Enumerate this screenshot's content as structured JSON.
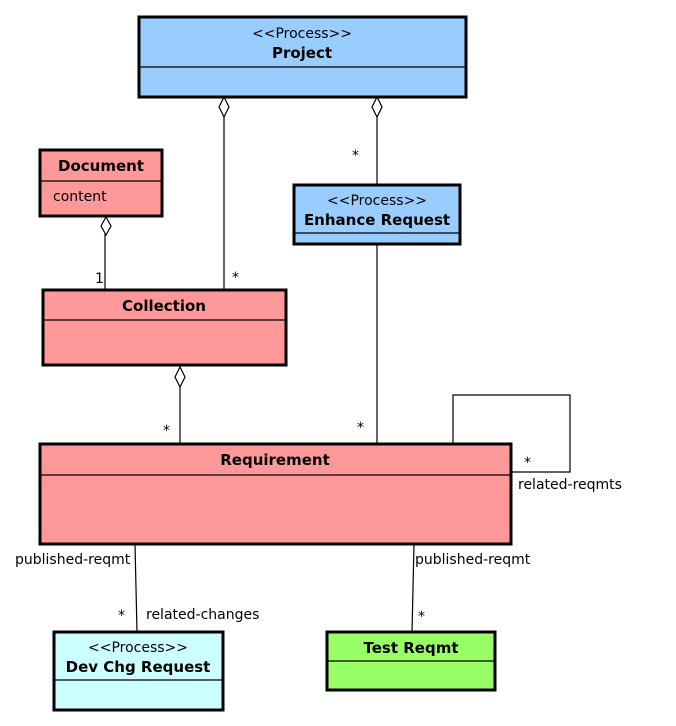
{
  "colors": {
    "process_blue": "#99ccff",
    "entity_red": "#ff9999",
    "dev_cyan": "#ccffff",
    "test_green": "#99ff66"
  },
  "classes": {
    "project": {
      "stereotype": "<<Process>>",
      "name": "Project"
    },
    "document": {
      "name": "Document",
      "attribute": "content"
    },
    "enhance_request": {
      "stereotype": "<<Process>>",
      "name": "Enhance Request"
    },
    "collection": {
      "name": "Collection"
    },
    "requirement": {
      "name": "Requirement"
    },
    "dev_chg_request": {
      "stereotype": "<<Process>>",
      "name": "Dev Chg Request"
    },
    "test_reqmt": {
      "name": "Test Reqmt"
    }
  },
  "associations": {
    "project_collection": {
      "multiplicity": "*"
    },
    "project_enhance": {
      "multiplicity": "*"
    },
    "document_collection": {
      "multiplicity": "1"
    },
    "collection_requirement": {
      "multiplicity": "*"
    },
    "enhance_requirement": {
      "multiplicity": "*"
    },
    "requirement_self": {
      "multiplicity": "*",
      "role": "related-reqmts"
    },
    "requirement_devchg": {
      "source_role": "published-reqmt",
      "multiplicity": "*",
      "role": "related-changes"
    },
    "requirement_test": {
      "source_role": "published-reqmt",
      "multiplicity": "*"
    }
  }
}
